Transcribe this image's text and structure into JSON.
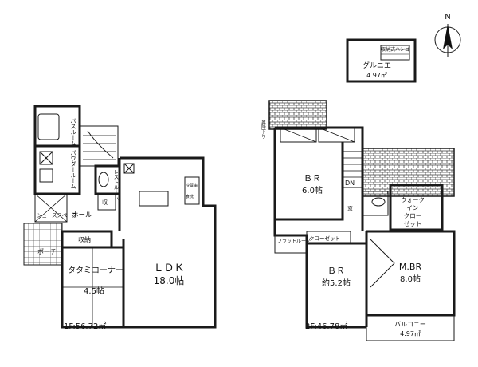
{
  "compass": {
    "north_label": "N",
    "icon": "north-arrow-icon"
  },
  "floor1": {
    "area_label": "1F:56.72㎡",
    "rooms": {
      "bath": "バスルーム",
      "powder": "パウダールーム",
      "restroom": "レストルーム",
      "storage_small": "収",
      "hall": "ホール",
      "shoes": "シューズスペース",
      "porch": "ポーチ",
      "closet": "収納",
      "tatami_name": "タタミコーナー",
      "tatami_size": "4.5帖",
      "ldk_name": "ＬＤＫ",
      "ldk_size": "18.0帖",
      "fridge": "冷蔵庫",
      "dishwasher": "食洗"
    }
  },
  "floor2": {
    "area_label": "2F:46.78㎡",
    "rooms": {
      "br1_name": "ＢＲ",
      "br1_size": "6.0帖",
      "br2_name": "ＢＲ",
      "br2_size": "約5.2帖",
      "mbr_name": "M.BR",
      "mbr_size": "8.0帖",
      "walkin": [
        "ウォーク",
        "イン",
        "クロー",
        "ゼット"
      ],
      "closet": "クローゼット",
      "flat_roof": "フラットルーフ",
      "balcony_name": "バルコニー",
      "balcony_size": "4.97㎡",
      "down": "DN",
      "window": "窓",
      "roof_note": "昇降下り"
    }
  },
  "grenier": {
    "name": "グルニエ",
    "size": "4.97㎡",
    "ladder": "収納式ハシゴ"
  }
}
